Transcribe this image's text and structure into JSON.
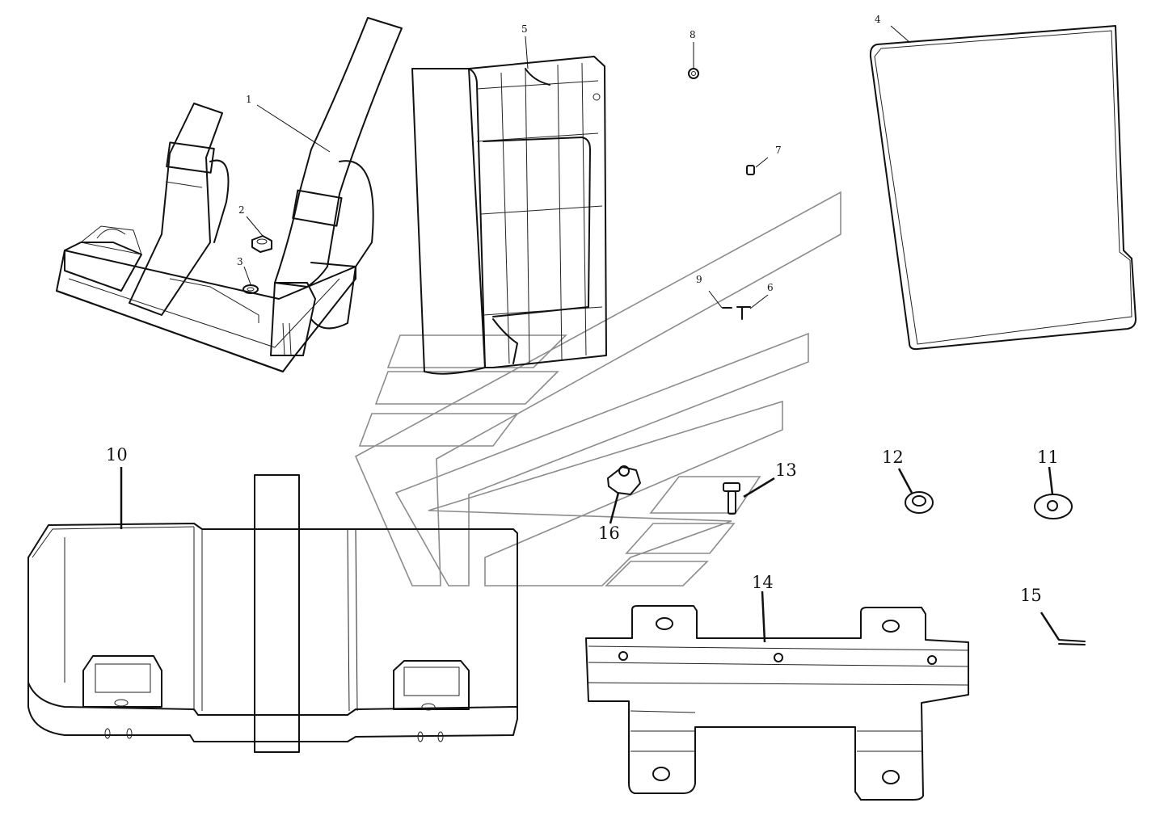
{
  "callouts": {
    "c1": "1",
    "c2": "2",
    "c3": "3",
    "c4": "4",
    "c5": "5",
    "c6": "6",
    "c7": "7",
    "c8": "8",
    "c9": "9",
    "c10": "10",
    "c11": "11",
    "c12": "12",
    "c13": "13",
    "c14": "14",
    "c15": "15",
    "c16": "16"
  },
  "colors": {
    "line": "#111111",
    "watermark": "#8c8c8c",
    "background": "#ffffff"
  }
}
